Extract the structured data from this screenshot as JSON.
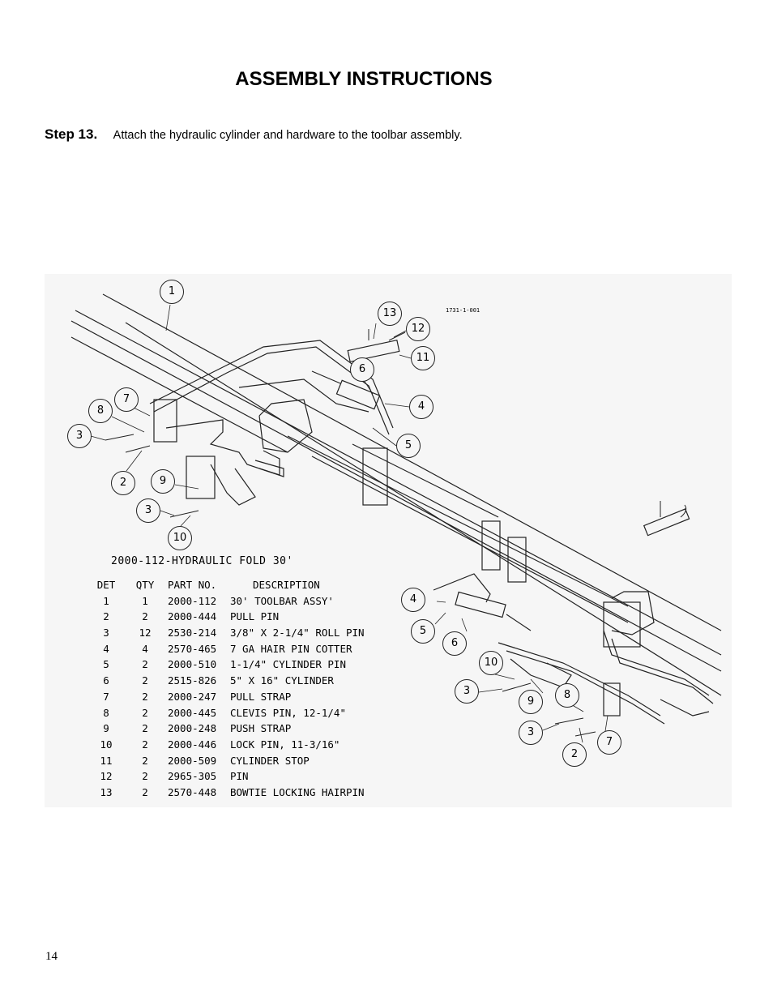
{
  "page": {
    "title": "ASSEMBLY INSTRUCTIONS",
    "page_number": "14"
  },
  "step": {
    "label": "Step 13.",
    "text": "Attach the hydraulic cylinder and hardware to the toolbar assembly."
  },
  "figure": {
    "drawing_id": "1731-1-001",
    "callouts": [
      "1",
      "13",
      "12",
      "11",
      "6",
      "4",
      "5",
      "7",
      "8",
      "3",
      "2",
      "9",
      "3",
      "10",
      "4",
      "5",
      "6",
      "10",
      "3",
      "9",
      "8",
      "3",
      "2",
      "7"
    ],
    "legend_title": "2000-112-HYDRAULIC FOLD 30'",
    "legend_headers": {
      "det": "DET",
      "qty": "QTY",
      "part": "PART NO.",
      "desc": "DESCRIPTION"
    },
    "parts": [
      {
        "det": "1",
        "qty": "1",
        "part": "2000-112",
        "desc": "30' TOOLBAR ASSY'"
      },
      {
        "det": "2",
        "qty": "2",
        "part": "2000-444",
        "desc": "PULL PIN"
      },
      {
        "det": "3",
        "qty": "12",
        "part": "2530-214",
        "desc": "3/8\" X 2-1/4\" ROLL PIN"
      },
      {
        "det": "4",
        "qty": "4",
        "part": "2570-465",
        "desc": "7 GA HAIR PIN COTTER"
      },
      {
        "det": "5",
        "qty": "2",
        "part": "2000-510",
        "desc": "1-1/4\" CYLINDER PIN"
      },
      {
        "det": "6",
        "qty": "2",
        "part": "2515-826",
        "desc": "5\" X 16\" CYLINDER"
      },
      {
        "det": "7",
        "qty": "2",
        "part": "2000-247",
        "desc": "PULL STRAP"
      },
      {
        "det": "8",
        "qty": "2",
        "part": "2000-445",
        "desc": "CLEVIS PIN, 12-1/4\""
      },
      {
        "det": "9",
        "qty": "2",
        "part": "2000-248",
        "desc": "PUSH STRAP"
      },
      {
        "det": "10",
        "qty": "2",
        "part": "2000-446",
        "desc": "LOCK PIN, 11-3/16\""
      },
      {
        "det": "11",
        "qty": "2",
        "part": "2000-509",
        "desc": "CYLINDER STOP"
      },
      {
        "det": "12",
        "qty": "2",
        "part": "2965-305",
        "desc": "PIN"
      },
      {
        "det": "13",
        "qty": "2",
        "part": "2570-448",
        "desc": "BOWTIE LOCKING HAIRPIN"
      }
    ]
  }
}
